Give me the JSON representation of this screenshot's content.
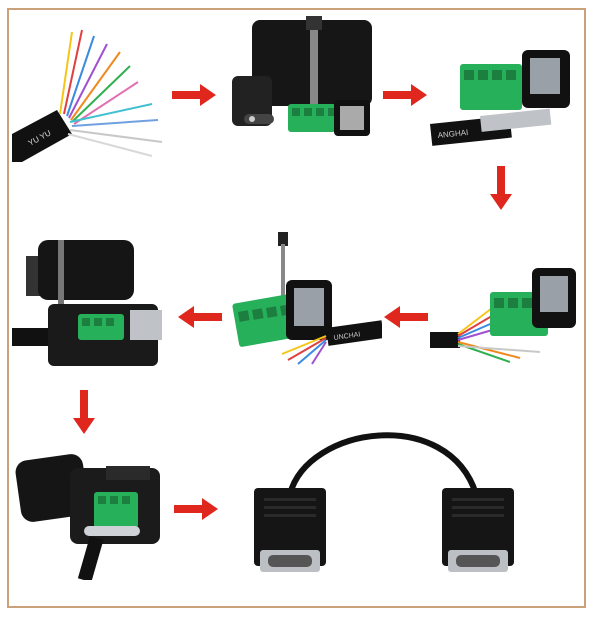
{
  "colors": {
    "arrow": "#e0271e",
    "frame_border": "#c9a27a",
    "terminal_green": "#27b05a",
    "metal": "#9aa0a8",
    "cable_black": "#111111"
  },
  "icons": {
    "arrow": "red-arrow-icon"
  },
  "steps": [
    {
      "id": 1,
      "icon": "stripped-cable-icon"
    },
    {
      "id": 2,
      "icon": "screwdriver-terminal-icon"
    },
    {
      "id": 3,
      "icon": "terminal-wired-connector-icon"
    },
    {
      "id": 4,
      "icon": "wires-inserted-icon"
    },
    {
      "id": 5,
      "icon": "screw-tightening-icon"
    },
    {
      "id": 6,
      "icon": "housing-closing-icon"
    },
    {
      "id": 7,
      "icon": "housing-assembled-icon"
    },
    {
      "id": 8,
      "icon": "finished-cable-icon"
    }
  ],
  "text": {
    "cable_print_1": "YU  YU",
    "cable_print_2": "ANGHAI",
    "cable_print_3": "UNCHAI"
  }
}
